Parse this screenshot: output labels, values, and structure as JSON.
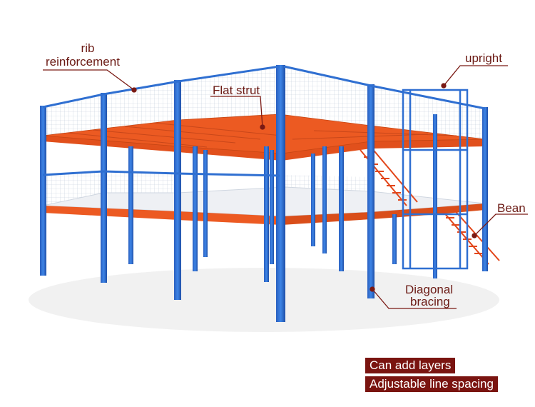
{
  "labels": {
    "rib_line1": "rib",
    "rib_line2": "reinforcement",
    "flat_strut": "Flat strut",
    "upright": "upright",
    "bean": "Bean",
    "diagonal_line1": "Diagonal",
    "diagonal_line2": "bracing"
  },
  "badges": {
    "add_layers": "Can add layers",
    "line_spacing": "Adjustable line spacing"
  },
  "colors": {
    "steel_blue": "#2f6fd1",
    "deck_orange": "#ec5a22",
    "label_maroon": "#6b1a14",
    "badge_bg": "#7a1410"
  }
}
